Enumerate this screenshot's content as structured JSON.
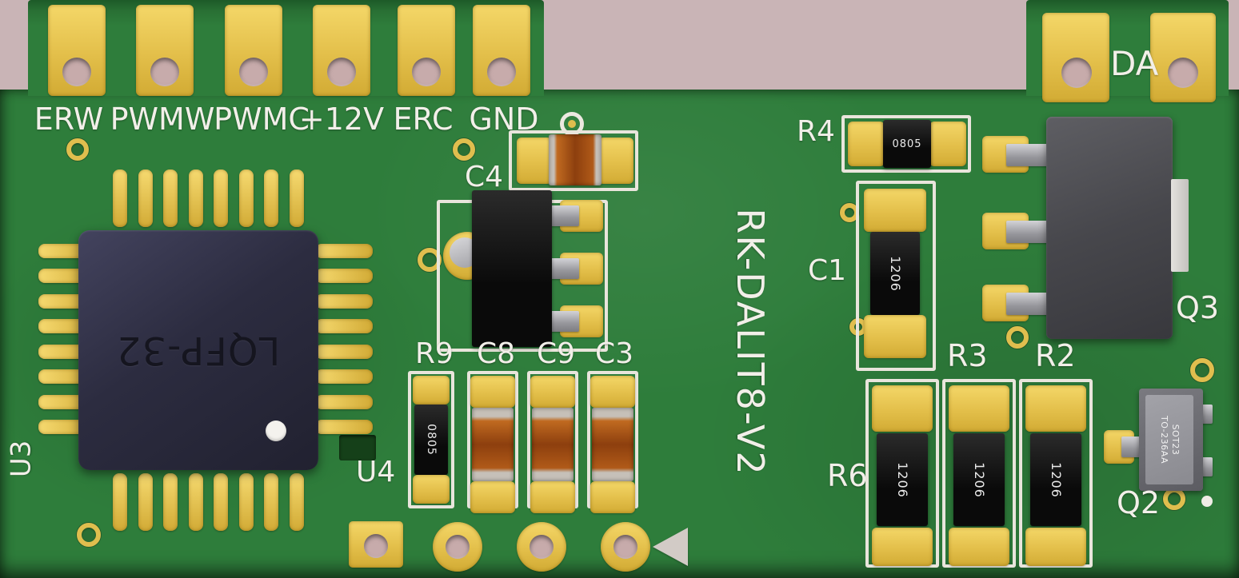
{
  "colors": {
    "background_pink": "#c9b4b6",
    "board_green": "#2e7d3b",
    "pad_gold": "#e8c753",
    "silkscreen_white": "#f2efe9",
    "chip_navy": "#2c2c40",
    "capacitor_orange": "#b05a18",
    "component_black": "#0d0d0d",
    "transistor_gray": "#4c4c51"
  },
  "connector": {
    "labels": [
      "ERW",
      "PWMW",
      "PWMC",
      "+12V",
      "ERC",
      "GND"
    ]
  },
  "terminal": {
    "label": "DA"
  },
  "silkscreen_title": "RK-DALIT8-V2",
  "refs": {
    "u3": "U3",
    "u4": "U4",
    "c4": "C4",
    "r9": "R9",
    "c8": "C8",
    "c9": "C9",
    "c3": "C3",
    "r4": "R4",
    "c1": "C1",
    "r3": "R3",
    "r2": "R2",
    "r6": "R6",
    "q3": "Q3",
    "q2": "Q2"
  },
  "markings": {
    "mcu": "LQFP-32",
    "r9": "0805",
    "r4": "0805",
    "c1": "1206",
    "r6": "1206",
    "r3": "1206",
    "r2": "1206",
    "q2": [
      "SOT23",
      "TO-236AA"
    ]
  }
}
